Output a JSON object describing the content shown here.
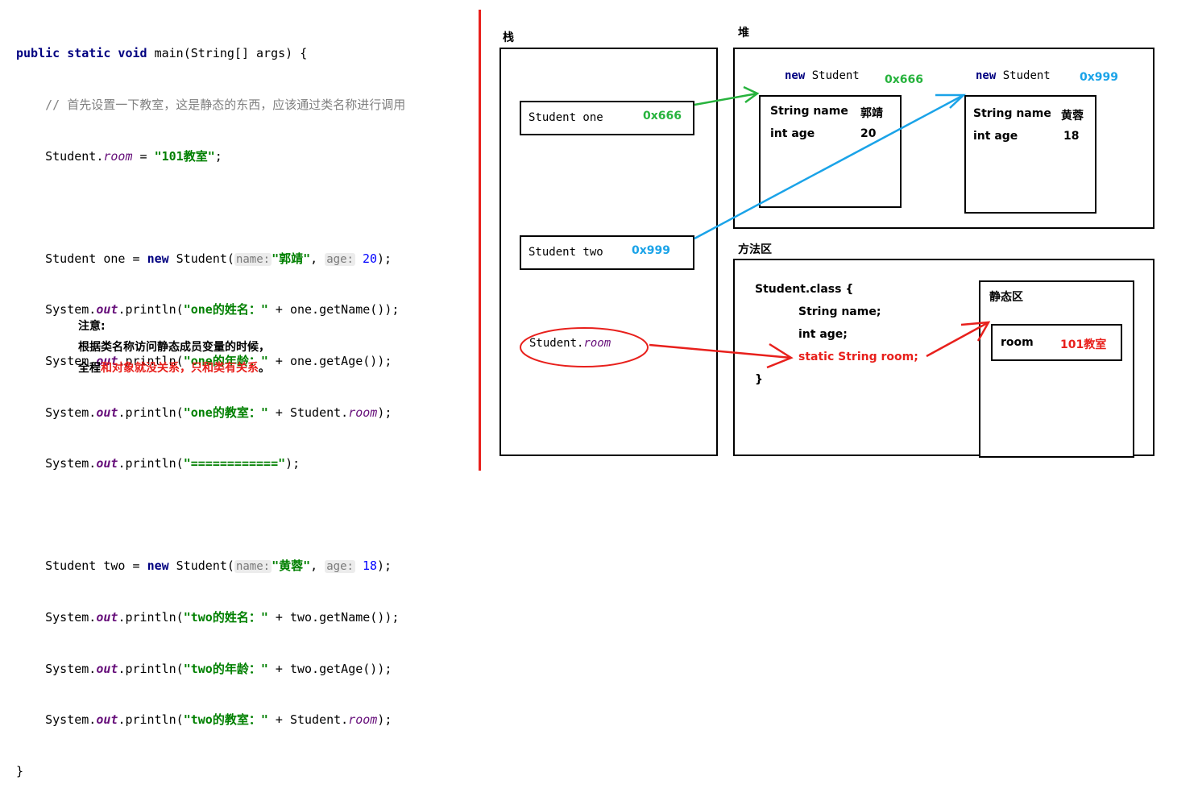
{
  "code": {
    "l1_kw": "public static void",
    "l1_rest": " main(String[] args) {",
    "l2_comment": "// 首先设置一下教室，这是静态的东西，应该通过类名称进行调用",
    "l3_pre": "Student.",
    "l3_field": "room",
    "l3_eq": " = ",
    "l3_str": "\"101教室\"",
    "l3_end": ";",
    "one_decl_pre": "Student one = ",
    "one_decl_new": "new",
    "one_decl_mid": " Student(",
    "hint_name": "name:",
    "one_name_str": "\"郭靖\"",
    "comma": ",",
    "hint_age": "age:",
    "one_age": "20",
    "decl_end": ");",
    "sys": "System.",
    "out": "out",
    "println": ".println(",
    "one_name_label": "\"one的姓名：\"",
    "one_name_rest": " + one.getName());",
    "one_age_label": "\"one的年龄：\"",
    "one_age_rest": " + one.getAge());",
    "one_room_label": "\"one的教室：\"",
    "rest_student": " + Student.",
    "room": "room",
    "close_paren": ");",
    "sep_str": "\"============\"",
    "two_decl_pre": "Student two = ",
    "two_name_str": "\"黄蓉\"",
    "two_age": "18",
    "two_name_label": "\"two的姓名：\"",
    "two_name_rest": " + two.getName());",
    "two_age_label": "\"two的年龄：\"",
    "two_age_rest": " + two.getAge());",
    "two_room_label": "\"two的教室：\"",
    "close_brace": "}"
  },
  "note": {
    "title": "注意:",
    "line1": "根据类名称访问静态成员变量的时候，",
    "line2_black": "全程",
    "line2_red": "和对象就没关系，只和类有关系",
    "line2_end": "。"
  },
  "diagram": {
    "stack_label": "栈",
    "heap_label": "堆",
    "method_area_label": "方法区",
    "stack_one_text": "Student one",
    "stack_one_addr": "0x666",
    "stack_two_text": "Student two",
    "stack_two_addr": "0x999",
    "stack_room_class": "Student.",
    "stack_room_field": "room",
    "heap_obj1_new": "new",
    "heap_obj1_class": " Student",
    "heap_obj1_addr": "0x666",
    "heap_obj1_name_label": "String name",
    "heap_obj1_name_val": "郭靖",
    "heap_obj1_age_label": "int age",
    "heap_obj1_age_val": "20",
    "heap_obj2_new": "new",
    "heap_obj2_class": " Student",
    "heap_obj2_addr": "0x999",
    "heap_obj2_name_label": "String name",
    "heap_obj2_name_val": "黄蓉",
    "heap_obj2_age_label": "int age",
    "heap_obj2_age_val": "18",
    "class_header": "Student.class {",
    "class_field1": "String name;",
    "class_field2": "int age;",
    "class_field3": "static String room;",
    "class_close": "}",
    "static_area_label": "静态区",
    "static_room_label": "room",
    "static_room_value": "101教室"
  },
  "colors": {
    "divider": "#e8201c",
    "green_arrow": "#27b33d",
    "blue_arrow": "#1aa3e8",
    "red_arrow": "#e8201c",
    "keyword": "#000080",
    "string": "#008000"
  }
}
